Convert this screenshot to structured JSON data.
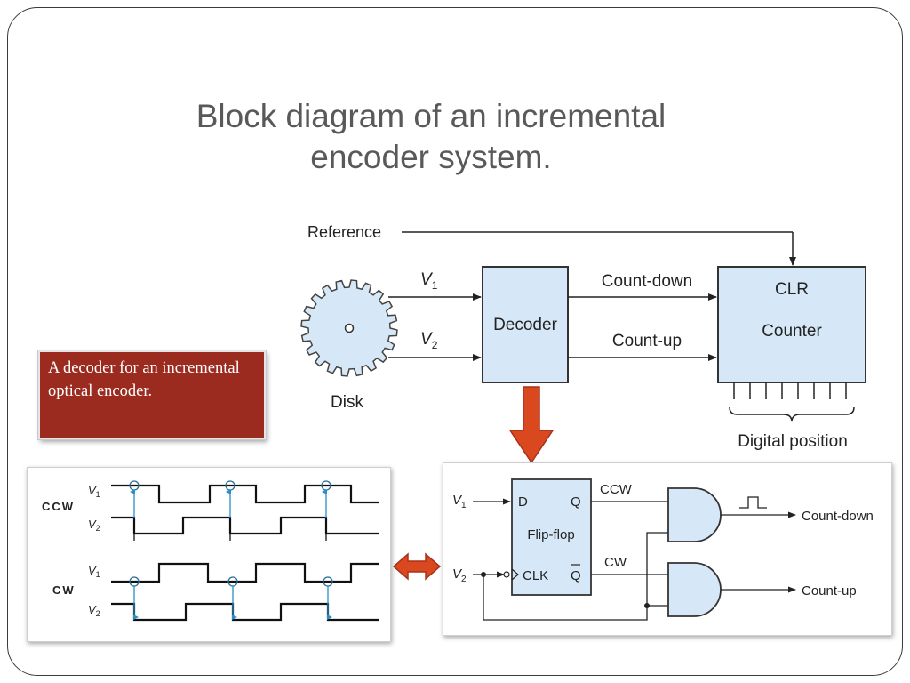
{
  "slide": {
    "title_line1": "Block diagram of an incremental",
    "title_line2": "encoder system.",
    "callout_text": "A decoder for an incremental optical encoder."
  },
  "block_diagram": {
    "reference_label": "Reference",
    "v1_label": "V",
    "v1_sub": "1",
    "v2_label": "V",
    "v2_sub": "2",
    "disk_label": "Disk",
    "decoder_label": "Decoder",
    "count_down_label": "Count-down",
    "count_up_label": "Count-up",
    "clr_label": "CLR",
    "counter_label": "Counter",
    "digital_position_label": "Digital position"
  },
  "waveforms": {
    "ccw_label": "CCW",
    "cw_label": "CW",
    "v1_label": "V",
    "v1_sub": "1",
    "v2_label": "V",
    "v2_sub": "2"
  },
  "circuit": {
    "v1_label": "V",
    "v1_sub": "1",
    "v2_label": "V",
    "v2_sub": "2",
    "d_label": "D",
    "q_label": "Q",
    "flipflop_label": "Flip-flop",
    "clk_label": "CLK",
    "qbar_label": "Q",
    "ccw_label": "CCW",
    "cw_label": "CW",
    "count_down_label": "Count-down",
    "count_up_label": "Count-up"
  },
  "colors": {
    "block_fill": "#d6e8f7",
    "callout_bg": "#9b2a1f",
    "arrow_orange": "#d9481f",
    "signal_blue": "#2a8fc6",
    "title_gray": "#595959"
  }
}
